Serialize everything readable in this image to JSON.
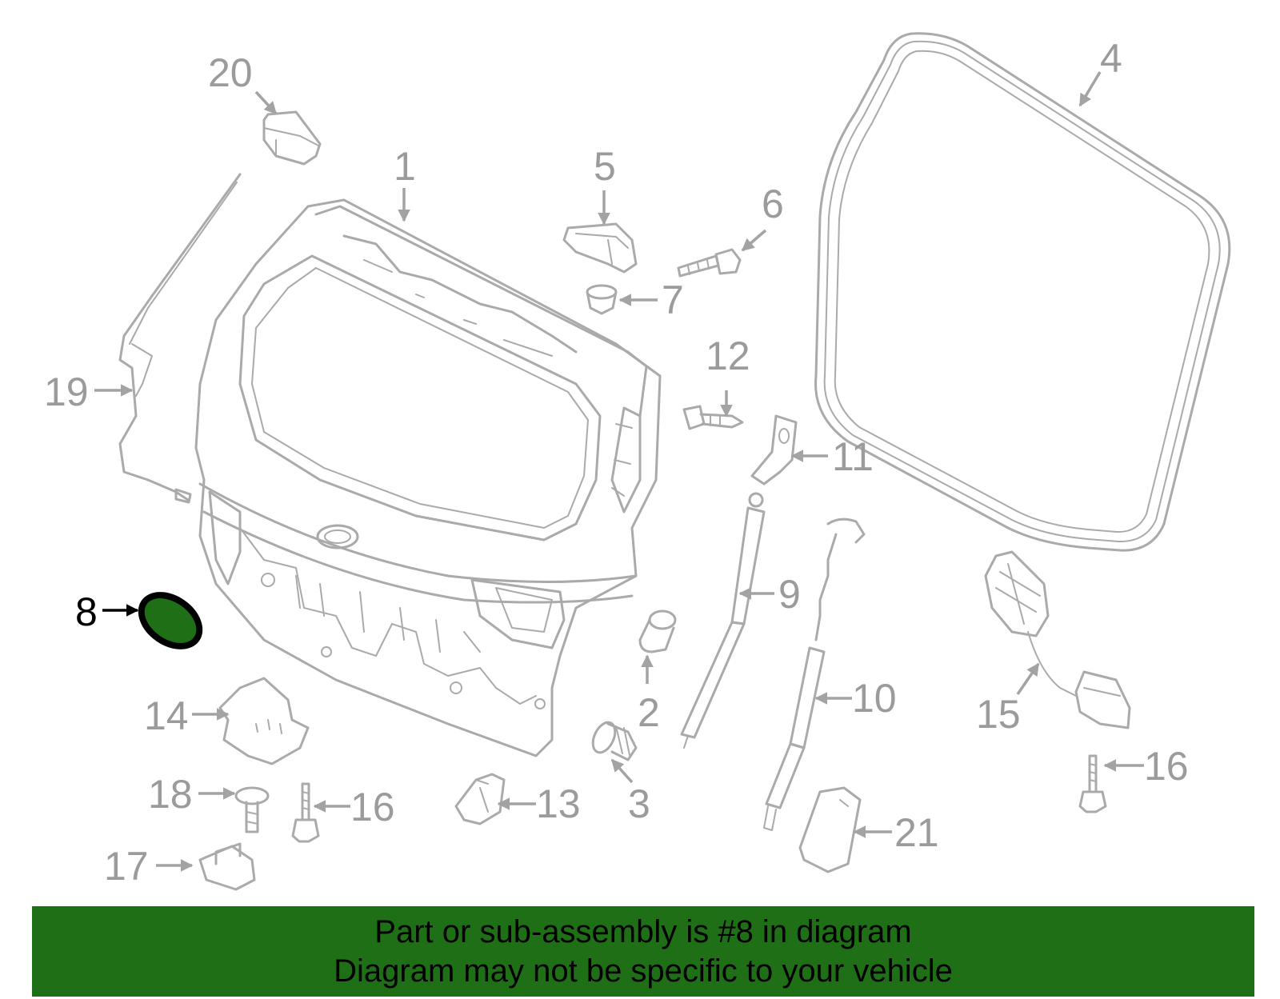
{
  "highlight": {
    "color": "#1f6f16",
    "part": "8"
  },
  "callouts": {
    "c1": "1",
    "c2": "2",
    "c3": "3",
    "c4": "4",
    "c5": "5",
    "c6": "6",
    "c7": "7",
    "c8": "8",
    "c9": "9",
    "c10": "10",
    "c11": "11",
    "c12": "12",
    "c13": "13",
    "c14": "14",
    "c15": "15",
    "c16a": "16",
    "c16b": "16",
    "c17": "17",
    "c18": "18",
    "c19": "19",
    "c20": "20",
    "c21": "21"
  },
  "banner": {
    "line1": "Part or sub-assembly is #8 in diagram",
    "line2": "Diagram may not be specific to your vehicle"
  }
}
